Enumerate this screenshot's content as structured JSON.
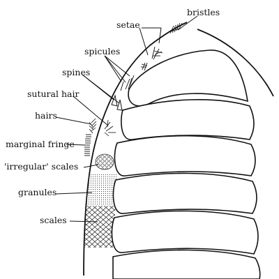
{
  "labels": {
    "bristles": "bristles",
    "setae": "setae",
    "spicules": "spicules",
    "spines": "spines",
    "sutural_hair": "sutural hair",
    "hairs": "hairs",
    "marginal_fringe": "marginal fringe",
    "irregular_scales": "'irregular' scales",
    "granules": "granules",
    "scales": "scales"
  }
}
